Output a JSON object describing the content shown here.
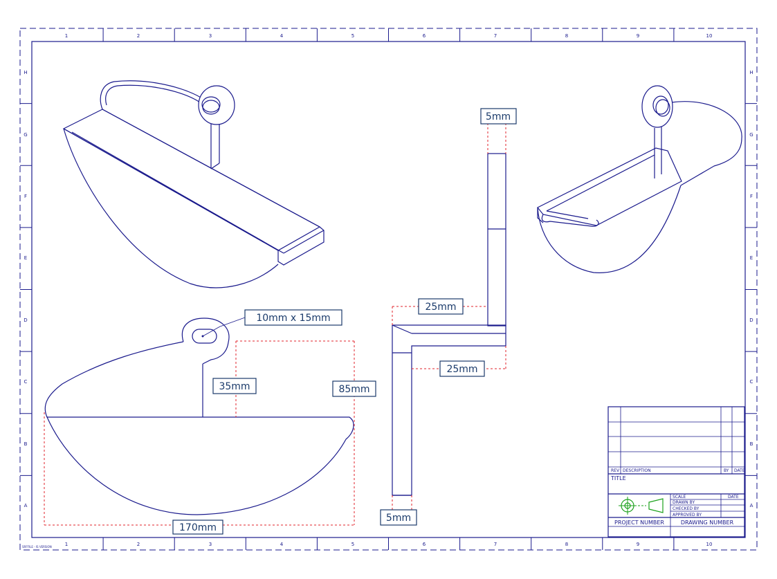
{
  "border": {
    "columns": [
      "1",
      "2",
      "3",
      "4",
      "5",
      "6",
      "7",
      "8",
      "9",
      "10"
    ],
    "rows": [
      "H",
      "G",
      "F",
      "E",
      "D",
      "C",
      "B",
      "A"
    ],
    "footnote": "SRFFILE - IS VERSION"
  },
  "dimensions": {
    "top_width": "5mm",
    "upper_offset": "25mm",
    "lower_offset": "25mm",
    "bottom_width": "5mm",
    "slot": "10mm x 15mm",
    "shank": "35mm",
    "height": "85mm",
    "width": "170mm"
  },
  "title_block": {
    "rev": "REV",
    "description": "DESCRIPTION",
    "by": "BY",
    "date": "DATE",
    "title": "TITLE",
    "scale": "SCALE",
    "date2": "DATE",
    "drawn_by": "DRAWN BY",
    "checked_by": "CHECKED BY",
    "approved_by": "APPROVED BY",
    "project_number": "PROJECT NUMBER",
    "drawing_number": "DRAWING NUMBER",
    "symbol_color": "#1aa01a"
  }
}
